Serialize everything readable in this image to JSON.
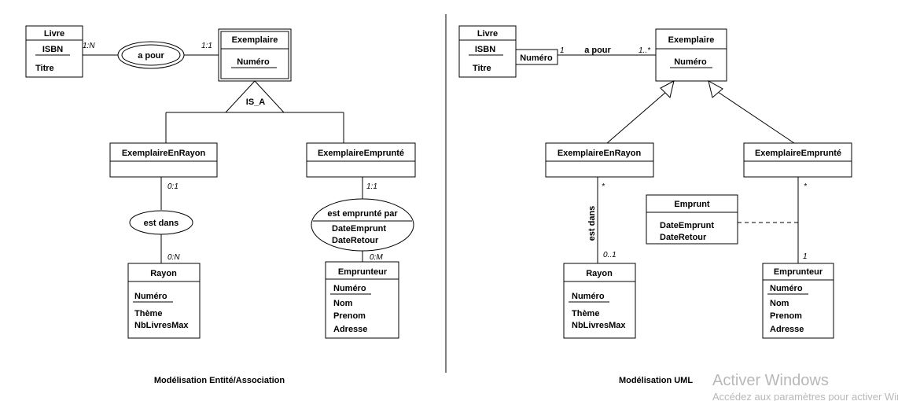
{
  "er": {
    "livre": {
      "name": "Livre",
      "key": "ISBN",
      "attr": "Titre"
    },
    "a_pour": {
      "label": "a pour",
      "card_left": "1:N",
      "card_right": "1:1"
    },
    "exemplaire": {
      "name": "Exemplaire",
      "key": "Numéro"
    },
    "is_a": "IS_A",
    "rayon_entity": {
      "name": "ExemplaireEnRayon"
    },
    "emprunte_entity": {
      "name": "ExemplaireEmprunté"
    },
    "est_dans": {
      "label": "est dans",
      "card_top": "0:1",
      "card_bottom": "0:N"
    },
    "est_emprunte_par": {
      "label": "est emprunté par",
      "attr1": "DateEmprunt",
      "attr2": "DateRetour",
      "card_top": "1:1",
      "card_bottom": "0:M"
    },
    "rayon": {
      "name": "Rayon",
      "key": "Numéro",
      "attr1": "Thème",
      "attr2": "NbLivresMax"
    },
    "emprunteur": {
      "name": "Emprunteur",
      "key": "Numéro",
      "attr1": "Nom",
      "attr2": "Prenom",
      "attr3": "Adresse"
    },
    "caption": "Modélisation Entité/Association"
  },
  "uml": {
    "livre": {
      "name": "Livre",
      "key": "ISBN",
      "attr": "Titre"
    },
    "qualifier": "Numéro",
    "a_pour": {
      "label": "a pour",
      "mult_left": "1",
      "mult_right": "1..*"
    },
    "exemplaire": {
      "name": "Exemplaire",
      "key": "Numéro"
    },
    "en_rayon": {
      "name": "ExemplaireEnRayon"
    },
    "emprunte": {
      "name": "ExemplaireEmprunté"
    },
    "emprunt": {
      "name": "Emprunt",
      "attr1": "DateEmprunt",
      "attr2": "DateRetour"
    },
    "est_dans": {
      "label": "est dans",
      "mult_top": "*",
      "mult_bottom": "0..1"
    },
    "emprunteur_assoc": {
      "mult_top": "*",
      "mult_bottom": "1"
    },
    "rayon": {
      "name": "Rayon",
      "key": "Numéro",
      "attr1": "Thème",
      "attr2": "NbLivresMax"
    },
    "emprunteur": {
      "name": "Emprunteur",
      "key": "Numéro",
      "attr1": "Nom",
      "attr2": "Prenom",
      "attr3": "Adresse"
    },
    "caption": "Modélisation UML"
  },
  "watermark": {
    "title": "Activer Windows",
    "subtitle": "Accédez aux paramètres pour activer Windows."
  }
}
